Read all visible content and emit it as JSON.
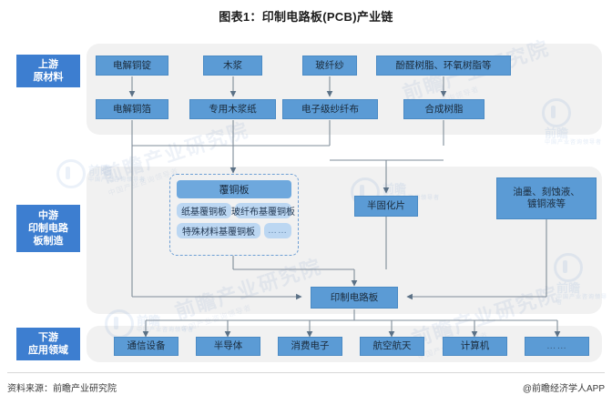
{
  "title": "图表1：印制电路板(PCB)产业链",
  "footer": {
    "source": "资料来源：前瞻产业研究院",
    "credit": "@前瞻经济学人APP"
  },
  "colors": {
    "panel_bg": "#f1f1f1",
    "stage_label_bg": "#3d7ed0",
    "node_bg": "#5b9bd5",
    "node_border": "#4a8ac4",
    "group_head_bg": "#6ea8dd",
    "chip_bg": "#bcd7f2",
    "connector": "#7f8c99",
    "dashed_border": "#6e9fd4",
    "title_color": "#1c1c1c"
  },
  "stages": [
    {
      "id": "upstream",
      "label": "上游\n原材料"
    },
    {
      "id": "midstream",
      "label": "中游\n印制电路\n板制造"
    },
    {
      "id": "downstream",
      "label": "下游\n应用领域"
    }
  ],
  "stage_labels": {
    "upstream_l1": "上游",
    "upstream_l2": "原材料",
    "midstream_l1": "中游",
    "midstream_l2": "印制电路",
    "midstream_l3": "板制造",
    "downstream_l1": "下游",
    "downstream_l2": "应用领域"
  },
  "upstream": {
    "row1": [
      {
        "id": "copper-ingot",
        "label": "电解铜锭"
      },
      {
        "id": "wood-pulp",
        "label": "木浆"
      },
      {
        "id": "glass-yarn",
        "label": "玻纤纱"
      },
      {
        "id": "resins",
        "label": "酚醛树脂、环氧树脂等"
      }
    ],
    "row2": [
      {
        "id": "copper-foil",
        "label": "电解铜箔"
      },
      {
        "id": "pulp-paper",
        "label": "专用木浆纸"
      },
      {
        "id": "glass-cloth",
        "label": "电子级纱纤布"
      },
      {
        "id": "synth-resin",
        "label": "合成树脂"
      }
    ]
  },
  "midstream": {
    "group": {
      "head": "覆铜板",
      "chips": [
        {
          "id": "paper-base",
          "label": "纸基覆铜板"
        },
        {
          "id": "glass-base",
          "label": "玻纤布基覆铜板"
        },
        {
          "id": "special-base",
          "label": "特殊材料基覆铜板"
        },
        {
          "id": "more-ccl",
          "label": "……"
        }
      ]
    },
    "prepreg": "半固化片",
    "chemicals": {
      "line1": "油墨、刻蚀液、",
      "line2": "镀铜液等"
    },
    "pcb": "印制电路板"
  },
  "downstream": {
    "items": [
      {
        "id": "telecom",
        "label": "通信设备"
      },
      {
        "id": "semiconductor",
        "label": "半导体"
      },
      {
        "id": "consumer",
        "label": "消费电子"
      },
      {
        "id": "aerospace",
        "label": "航空航天"
      },
      {
        "id": "computer",
        "label": "计算机"
      },
      {
        "id": "more-apps",
        "label": "……"
      }
    ]
  },
  "watermarks": {
    "brand_cn": "前瞻产业研究院",
    "brand_sub": "中国产业咨询领导者",
    "logo_main": "前瞻",
    "logo_sub": "中国产业咨询领导者"
  }
}
